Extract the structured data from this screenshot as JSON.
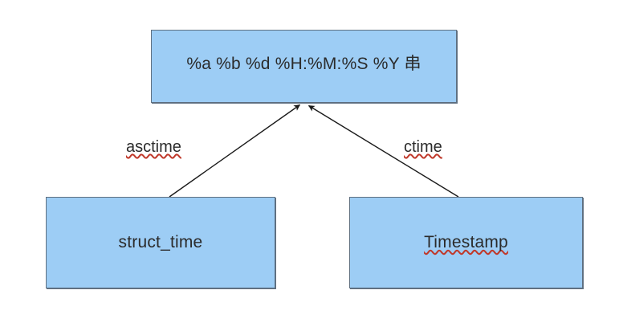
{
  "diagram": {
    "type": "conversion-flow-diagram",
    "background_color": "#ffffff",
    "node_fill_color": "#9dcdf5",
    "node_border_color": "#5f7081",
    "text_color": "#2b2b2b",
    "edge_color": "#1a1a1a",
    "spellcheck_underline_color": "#c0392b",
    "nodes": [
      {
        "id": "format-string",
        "label": "%a %b %d %H:%M:%S %Y 串",
        "spellchecked": false
      },
      {
        "id": "struct-time",
        "label": "struct_time",
        "spellchecked": false
      },
      {
        "id": "timestamp",
        "label": "Timestamp",
        "spellchecked": true
      }
    ],
    "edges": [
      {
        "id": "asctime-edge",
        "label": "asctime",
        "from": "struct-time",
        "to": "format-string",
        "arrowhead": "filled-triangle",
        "spellchecked": true
      },
      {
        "id": "ctime-edge",
        "label": "ctime",
        "from": "timestamp",
        "to": "format-string",
        "arrowhead": "filled-triangle",
        "spellchecked": true
      }
    ]
  }
}
